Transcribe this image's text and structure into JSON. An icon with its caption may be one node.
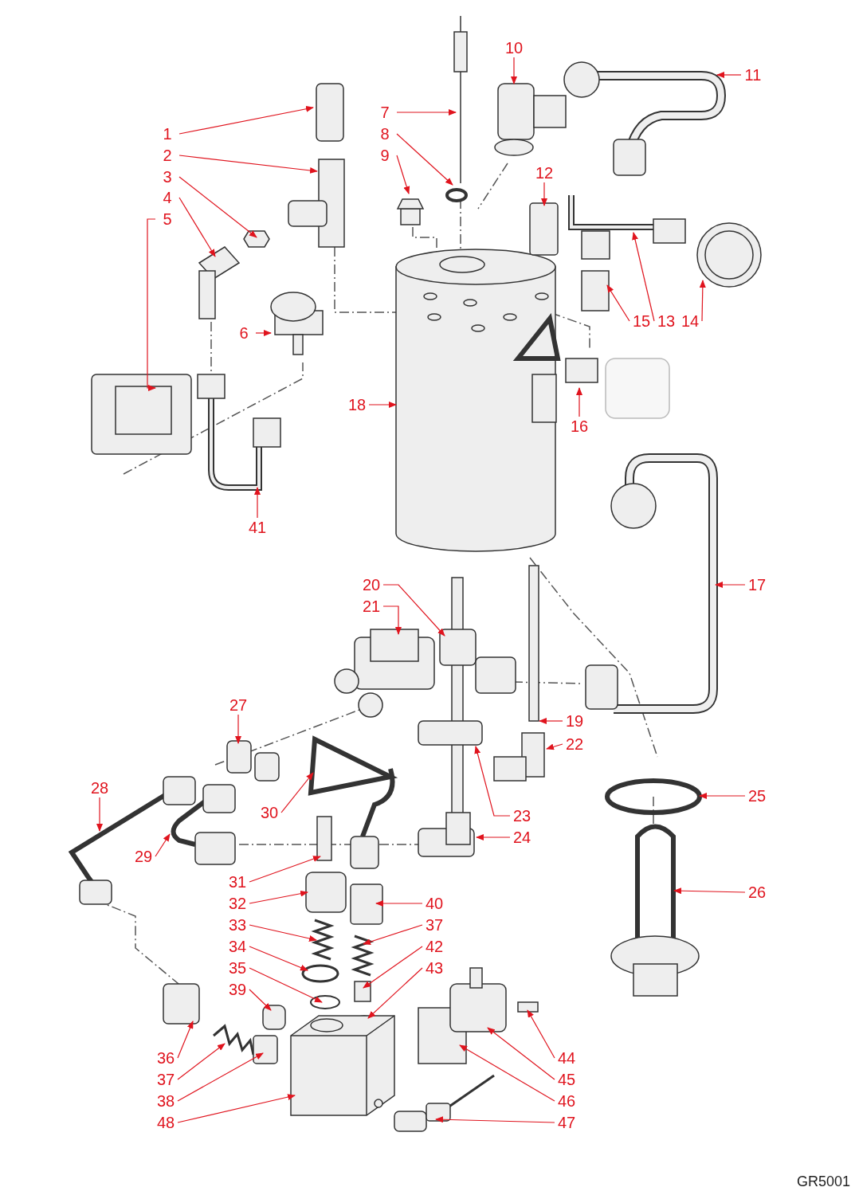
{
  "diagram": {
    "nodes": [
      {
        "text": [
          "1"
        ]
      },
      {
        "text": [
          "2"
        ]
      },
      {
        "text": [
          "3"
        ]
      },
      {
        "text": [
          "4"
        ]
      },
      {
        "text": [
          "5"
        ]
      },
      {
        "text": [
          "6"
        ]
      },
      {
        "text": [
          "7"
        ]
      },
      {
        "text": [
          "8"
        ]
      },
      {
        "text": [
          "9"
        ]
      },
      {
        "text": [
          "10"
        ]
      },
      {
        "text": [
          "11"
        ]
      },
      {
        "text": [
          "12"
        ]
      },
      {
        "text": [
          "13"
        ]
      },
      {
        "text": [
          "14"
        ]
      },
      {
        "text": [
          "15"
        ]
      },
      {
        "text": [
          "16"
        ]
      },
      {
        "text": [
          "17"
        ]
      },
      {
        "text": [
          "18"
        ]
      },
      {
        "text": [
          "19"
        ]
      },
      {
        "text": [
          "20"
        ]
      },
      {
        "text": [
          "21"
        ]
      },
      {
        "text": [
          "22"
        ]
      },
      {
        "text": [
          "23"
        ]
      },
      {
        "text": [
          "24"
        ]
      },
      {
        "text": [
          "25"
        ]
      },
      {
        "text": [
          "26"
        ]
      },
      {
        "text": [
          "27"
        ]
      },
      {
        "text": [
          "28"
        ]
      },
      {
        "text": [
          "29"
        ]
      },
      {
        "text": [
          "30"
        ]
      },
      {
        "text": [
          "31"
        ]
      },
      {
        "text": [
          "32"
        ]
      },
      {
        "text": [
          "33"
        ]
      },
      {
        "text": [
          "34"
        ]
      },
      {
        "text": [
          "35"
        ]
      },
      {
        "text": [
          "36"
        ]
      },
      {
        "text": [
          "37"
        ]
      },
      {
        "text": [
          "37"
        ]
      },
      {
        "text": [
          "38"
        ]
      },
      {
        "text": [
          "39"
        ]
      },
      {
        "text": [
          "40"
        ]
      },
      {
        "text": [
          "41"
        ]
      },
      {
        "text": [
          "42"
        ]
      },
      {
        "text": [
          "43"
        ]
      },
      {
        "text": [
          "44"
        ]
      },
      {
        "text": [
          "45"
        ]
      },
      {
        "text": [
          "46"
        ]
      },
      {
        "text": [
          "47"
        ]
      },
      {
        "text": [
          "48"
        ]
      }
    ],
    "edges": [
      {
        "from": 0,
        "to": null,
        "arrow": "to"
      },
      {
        "from": 1,
        "to": null,
        "arrow": "to"
      },
      {
        "from": 2,
        "to": null,
        "arrow": "to"
      },
      {
        "from": 3,
        "to": null,
        "arrow": "to"
      },
      {
        "from": 4,
        "to": null,
        "arrow": "to"
      },
      {
        "from": 5,
        "to": null,
        "arrow": "to"
      },
      {
        "from": 6,
        "to": null,
        "arrow": "to"
      },
      {
        "from": 7,
        "to": null,
        "arrow": "to"
      },
      {
        "from": 8,
        "to": null,
        "arrow": "to"
      },
      {
        "from": 9,
        "to": null,
        "arrow": "to"
      },
      {
        "from": 10,
        "to": null,
        "arrow": "to"
      },
      {
        "from": 11,
        "to": null,
        "arrow": "to"
      },
      {
        "from": 12,
        "to": null,
        "arrow": "to"
      },
      {
        "from": 13,
        "to": null,
        "arrow": "to"
      },
      {
        "from": 14,
        "to": null,
        "arrow": "to"
      },
      {
        "from": 15,
        "to": null,
        "arrow": "to"
      },
      {
        "from": 16,
        "to": null,
        "arrow": "to"
      },
      {
        "from": 17,
        "to": null,
        "arrow": "to"
      },
      {
        "from": 18,
        "to": null,
        "arrow": "to"
      },
      {
        "from": 19,
        "to": null,
        "arrow": "to"
      },
      {
        "from": 20,
        "to": null,
        "arrow": "to"
      },
      {
        "from": 21,
        "to": null,
        "arrow": "to"
      },
      {
        "from": 22,
        "to": null,
        "arrow": "to"
      },
      {
        "from": 23,
        "to": null,
        "arrow": "to"
      },
      {
        "from": 24,
        "to": null,
        "arrow": "to"
      },
      {
        "from": 25,
        "to": null,
        "arrow": "to"
      },
      {
        "from": 26,
        "to": null,
        "arrow": "to"
      },
      {
        "from": 27,
        "to": null,
        "arrow": "to"
      },
      {
        "from": 28,
        "to": null,
        "arrow": "to"
      },
      {
        "from": 29,
        "to": null,
        "arrow": "to"
      },
      {
        "from": 30,
        "to": null,
        "arrow": "to"
      },
      {
        "from": 31,
        "to": null,
        "arrow": "to"
      },
      {
        "from": 32,
        "to": null,
        "arrow": "to"
      },
      {
        "from": 33,
        "to": null,
        "arrow": "to"
      },
      {
        "from": 34,
        "to": null,
        "arrow": "to"
      },
      {
        "from": 35,
        "to": null,
        "arrow": "to"
      },
      {
        "from": 36,
        "to": null,
        "arrow": "to"
      },
      {
        "from": 37,
        "to": null,
        "arrow": "to"
      },
      {
        "from": 38,
        "to": null,
        "arrow": "to"
      },
      {
        "from": 39,
        "to": null,
        "arrow": "to"
      },
      {
        "from": 40,
        "to": null,
        "arrow": "to"
      },
      {
        "from": 41,
        "to": null,
        "arrow": "to"
      },
      {
        "from": 42,
        "to": null,
        "arrow": "to"
      },
      {
        "from": 43,
        "to": null,
        "arrow": "to"
      },
      {
        "from": 44,
        "to": null,
        "arrow": "to"
      },
      {
        "from": 45,
        "to": null,
        "arrow": "to"
      },
      {
        "from": 46,
        "to": null,
        "arrow": "to"
      },
      {
        "from": 47,
        "to": null,
        "arrow": "to"
      },
      {
        "from": 48,
        "to": null,
        "arrow": "to"
      }
    ],
    "labels": [
      "GR5001"
    ]
  }
}
